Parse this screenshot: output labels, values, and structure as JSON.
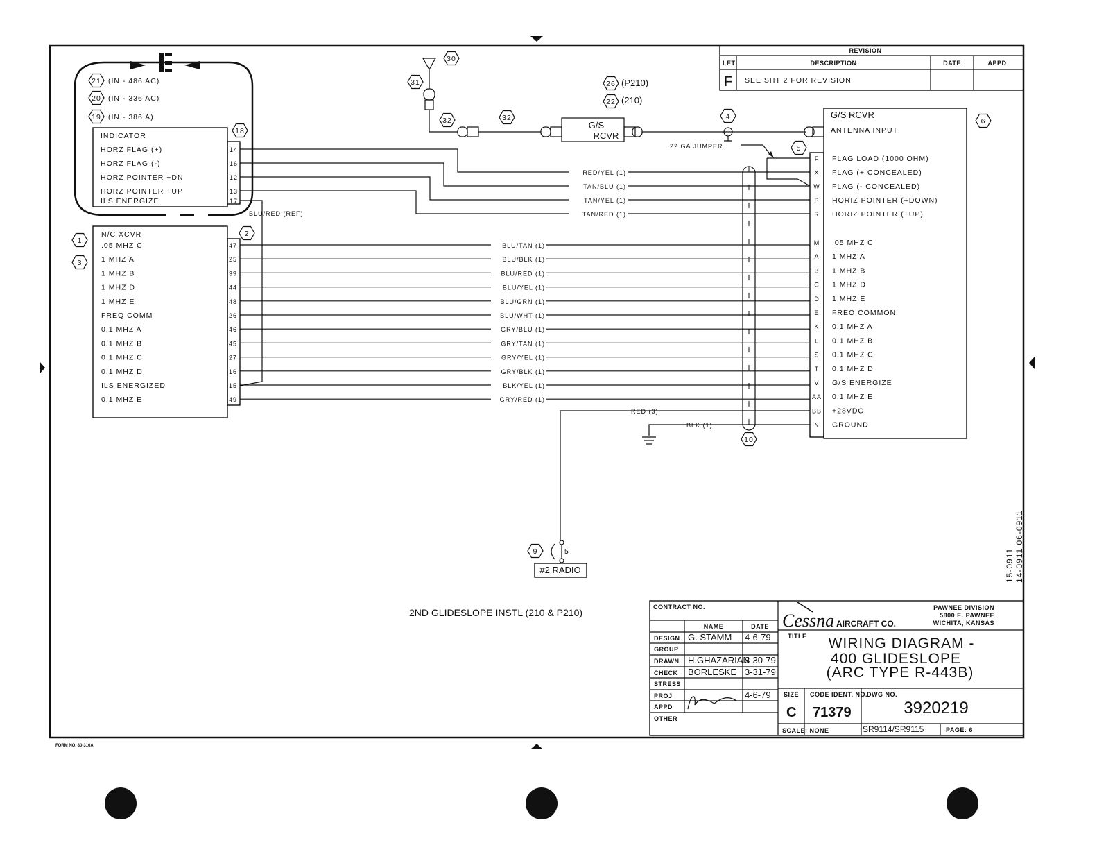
{
  "indicator": {
    "refs": [
      {
        "num": "21",
        "text": "(IN - 486 AC)"
      },
      {
        "num": "20",
        "text": "(IN - 336 AC)"
      },
      {
        "num": "19",
        "text": "(IN - 386 A)"
      }
    ],
    "callout": "18",
    "title": "INDICATOR",
    "rows": [
      {
        "label": "HORZ FLAG (+)",
        "pin": "14"
      },
      {
        "label": "HORZ FLAG (-)",
        "pin": "16"
      },
      {
        "label": "HORZ POINTER +DN",
        "pin": "12"
      },
      {
        "label": "HORZ POINTER +UP",
        "pin": "13"
      },
      {
        "label": "ILS ENERGIZE",
        "pin": "17"
      }
    ],
    "ref_wire": "BLU/RED (REF)"
  },
  "xcvr": {
    "callouts": [
      "1",
      "2",
      "3"
    ],
    "title": "N/C XCVR",
    "rows": [
      {
        "label": ".05 MHZ C",
        "pin": "47"
      },
      {
        "label": "1 MHZ A",
        "pin": "25"
      },
      {
        "label": "1 MHZ B",
        "pin": "39"
      },
      {
        "label": "1 MHZ D",
        "pin": "44"
      },
      {
        "label": "1 MHZ E",
        "pin": "48"
      },
      {
        "label": "FREQ COMM",
        "pin": "26"
      },
      {
        "label": "0.1 MHZ A",
        "pin": "46"
      },
      {
        "label": "0.1 MHZ B",
        "pin": "45"
      },
      {
        "label": "0.1 MHZ C",
        "pin": "27"
      },
      {
        "label": "0.1 MHZ D",
        "pin": "16"
      },
      {
        "label": "ILS ENERGIZED",
        "pin": "15"
      },
      {
        "label": "0.1 MHZ E",
        "pin": "49"
      }
    ]
  },
  "upper_wires": [
    "RED/YEL (1)",
    "TAN/BLU (1)",
    "TAN/YEL (1)",
    "TAN/RED (1)"
  ],
  "lower_wires": [
    "BLU/TAN (1)",
    "BLU/BLK (1)",
    "BLU/RED (1)",
    "BLU/YEL (1)",
    "BLU/GRN (1)",
    "BLU/WHT (1)",
    "GRY/BLU (1)",
    "GRY/TAN (1)",
    "GRY/YEL (1)",
    "GRY/BLK (1)",
    "BLK/YEL (1)",
    "GRY/RED (1)"
  ],
  "power_wire": "RED (3)",
  "ground_wire": "BLK (1)",
  "jumper": "22 GA JUMPER",
  "antenna": {
    "callouts": [
      "30",
      "31",
      "32",
      "32",
      "26",
      "22",
      "4",
      "5",
      "6",
      "10",
      "9"
    ],
    "notes": [
      "(P210)",
      "(210)"
    ],
    "splitter": "G/S",
    "splitter2": "RCVR"
  },
  "receiver": {
    "title": "G/S RCVR",
    "antenna_input": "ANTENNA INPUT",
    "rows": [
      {
        "pin": "F",
        "label": "FLAG LOAD (1000 OHM)"
      },
      {
        "pin": "X",
        "label": "FLAG (+ CONCEALED)"
      },
      {
        "pin": "W",
        "label": "FLAG (- CONCEALED)"
      },
      {
        "pin": "P",
        "label": "HORIZ POINTER (+DOWN)"
      },
      {
        "pin": "R",
        "label": "HORIZ POINTER (+UP)"
      },
      {
        "pin": "M",
        "label": ".05 MHZ C"
      },
      {
        "pin": "A",
        "label": "1 MHZ A"
      },
      {
        "pin": "B",
        "label": "1 MHZ B"
      },
      {
        "pin": "C",
        "label": "1 MHZ D"
      },
      {
        "pin": "D",
        "label": "1 MHZ E"
      },
      {
        "pin": "E",
        "label": "FREQ COMMON"
      },
      {
        "pin": "K",
        "label": "0.1 MHZ A"
      },
      {
        "pin": "L",
        "label": "0.1 MHZ B"
      },
      {
        "pin": "S",
        "label": "0.1 MHZ C"
      },
      {
        "pin": "T",
        "label": "0.1 MHZ D"
      },
      {
        "pin": "V",
        "label": "G/S ENERGIZE"
      },
      {
        "pin": "AA",
        "label": "0.1 MHZ E"
      },
      {
        "pin": "BB",
        "label": "+28VDC"
      },
      {
        "pin": "N",
        "label": "GROUND"
      }
    ]
  },
  "radio": {
    "label": "#2 RADIO",
    "pin": "5"
  },
  "caption": "2ND GLIDESLOPE INSTL (210 & P210)",
  "side_codes": [
    "15-0911",
    "14-0911 06-0911"
  ],
  "form_no": "FORM NO. 80-316A",
  "revision": {
    "header": "REVISION",
    "cols": [
      "LET",
      "DESCRIPTION",
      "DATE",
      "APPD"
    ],
    "row": {
      "let": "F",
      "desc": "SEE SHT 2 FOR REVISION",
      "date": "",
      "appd": ""
    }
  },
  "titleblock": {
    "contract": "CONTRACT NO.",
    "name_hdr": "NAME",
    "date_hdr": "DATE",
    "rows": [
      {
        "role": "DESIGN",
        "name": "G. STAMM",
        "date": "4-6-79"
      },
      {
        "role": "GROUP",
        "name": "",
        "date": ""
      },
      {
        "role": "DRAWN",
        "name": "H.GHAZARIAN",
        "date": "3-30-79"
      },
      {
        "role": "CHECK",
        "name": "BORLESKE",
        "date": "3-31-79"
      },
      {
        "role": "STRESS",
        "name": "",
        "date": ""
      },
      {
        "role": "PROJ",
        "name": "",
        "date": "4-6-79"
      },
      {
        "role": "APPD",
        "name": "",
        "date": ""
      },
      {
        "role": "OTHER",
        "name": "",
        "date": ""
      }
    ],
    "brand": "Cessna",
    "company": "AIRCRAFT CO.",
    "division": [
      "PAWNEE DIVISION",
      "5800 E. PAWNEE",
      "WICHITA, KANSAS"
    ],
    "title_label": "TITLE",
    "title_lines": [
      "WIRING DIAGRAM -",
      "400 GLIDESLOPE",
      "(ARC TYPE R-443B)"
    ],
    "size_label": "SIZE",
    "size": "C",
    "code_label": "CODE IDENT. NO.",
    "code": "71379",
    "dwg_label": "DWG NO.",
    "dwg": "3920219",
    "scale": "SCALE: NONE",
    "sr": "SR9114/SR9115",
    "page": "PAGE: 6"
  }
}
